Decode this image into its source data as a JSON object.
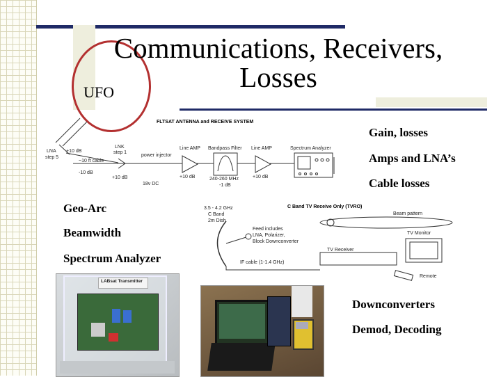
{
  "slide": {
    "title": "Communications, Receivers, Losses",
    "ufo_label": "UFO"
  },
  "bullets_right_top": [
    "Gain, losses",
    "Amps and LNA’s",
    "Cable losses"
  ],
  "bullets_left": [
    "Geo-Arc",
    "Beamwidth",
    "Spectrum Analyzer"
  ],
  "bullets_right_bottom": [
    "Downconverters",
    "Demod, Decoding"
  ],
  "antenna_diagram": {
    "title": "FLTSAT ANTENNA and RECEIVE SYSTEM",
    "labels": {
      "lna": "LNA",
      "step5": "step 5",
      "gain_lna": "+10 dB",
      "lnk": "LNK",
      "step1": "step 1",
      "cable": "~10 ft cable",
      "loss": "-10 dB",
      "power_injector": "power injector",
      "gain2": "+10 dB",
      "voltage": "18v DC",
      "line_amp1": "Line AMP",
      "line_amp1_gain": "+10 dB",
      "bandpass": "Bandpass Filter",
      "bandpass_freq": "240-260 MHz",
      "bandpass_loss": "-1 dB",
      "line_amp2": "Line AMP",
      "line_amp2_gain": "+10 dB",
      "spectrum_analyzer": "Spectrum Analyzer"
    }
  },
  "tvro_diagram": {
    "title": "C Band TV Receive Only (TVRO)",
    "labels": {
      "freq": "3.5 - 4.2 GHz",
      "band": "C Band",
      "size": "2m Dish",
      "beam_pattern": "Beam pattern",
      "feed": "Feed includes",
      "feed2": "LNA, Polarizer,",
      "feed3": "Block Downconverter",
      "tv_monitor": "TV Monitor",
      "receiver": "TV Receiver",
      "cable": "IF cable (1-1.4 GHz)",
      "remote": "Remote"
    }
  },
  "photos": {
    "labsat": "LABsat Transmitter"
  }
}
